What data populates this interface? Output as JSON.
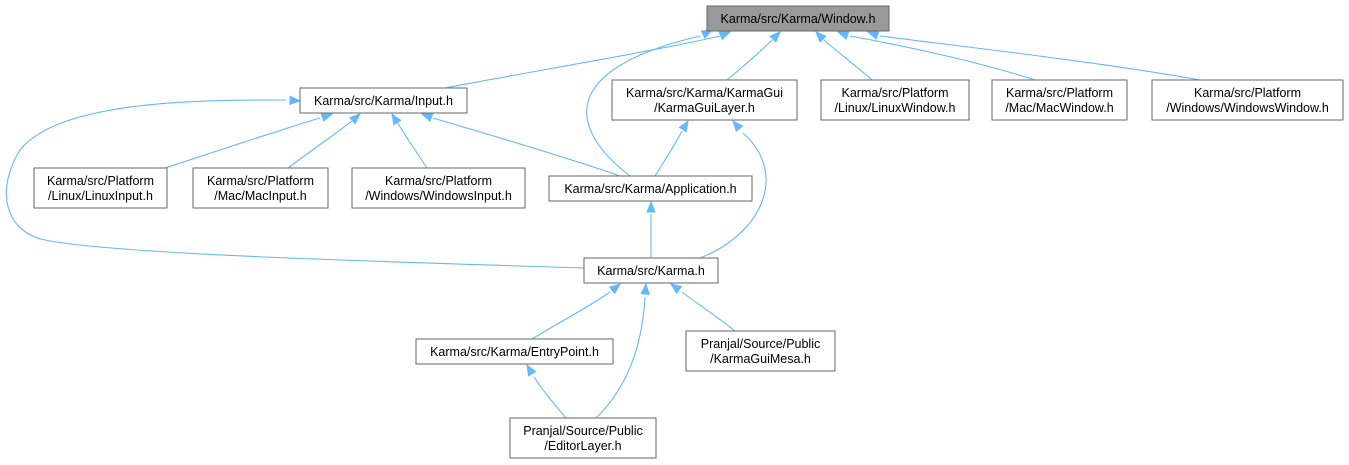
{
  "nodes": {
    "window": [
      "Karma/src/Karma/Window.h"
    ],
    "input": [
      "Karma/src/Karma/Input.h"
    ],
    "guilayer": [
      "Karma/src/Karma/KarmaGui",
      "/KarmaGuiLayer.h"
    ],
    "linuxwin": [
      "Karma/src/Platform",
      "/Linux/LinuxWindow.h"
    ],
    "macwin": [
      "Karma/src/Platform",
      "/Mac/MacWindow.h"
    ],
    "winwin": [
      "Karma/src/Platform",
      "/Windows/WindowsWindow.h"
    ],
    "linuxinput": [
      "Karma/src/Platform",
      "/Linux/LinuxInput.h"
    ],
    "macinput": [
      "Karma/src/Platform",
      "/Mac/MacInput.h"
    ],
    "wininput": [
      "Karma/src/Platform",
      "/Windows/WindowsInput.h"
    ],
    "application": [
      "Karma/src/Karma/Application.h"
    ],
    "karma": [
      "Karma/src/Karma.h"
    ],
    "entrypoint": [
      "Karma/src/Karma/EntryPoint.h"
    ],
    "guimesa": [
      "Pranjal/Source/Public",
      "/KarmaGuiMesa.h"
    ],
    "editorlayer": [
      "Pranjal/Source/Public",
      "/EditorLayer.h"
    ]
  },
  "edges": [
    {
      "from": "input",
      "to": "window"
    },
    {
      "from": "guilayer",
      "to": "window"
    },
    {
      "from": "application",
      "to": "window"
    },
    {
      "from": "linuxwin",
      "to": "window"
    },
    {
      "from": "macwin",
      "to": "window"
    },
    {
      "from": "winwin",
      "to": "window"
    },
    {
      "from": "linuxinput",
      "to": "input"
    },
    {
      "from": "macinput",
      "to": "input"
    },
    {
      "from": "wininput",
      "to": "input"
    },
    {
      "from": "application",
      "to": "input"
    },
    {
      "from": "karma",
      "to": "input"
    },
    {
      "from": "application",
      "to": "guilayer"
    },
    {
      "from": "karma",
      "to": "guilayer"
    },
    {
      "from": "karma",
      "to": "application"
    },
    {
      "from": "entrypoint",
      "to": "karma"
    },
    {
      "from": "guimesa",
      "to": "karma"
    },
    {
      "from": "editorlayer",
      "to": "karma"
    },
    {
      "from": "editorlayer",
      "to": "entrypoint"
    }
  ],
  "colors": {
    "edge": "#63b8ff",
    "node_border": "#666666",
    "root_fill": "#999999",
    "node_fill": "#ffffff"
  }
}
